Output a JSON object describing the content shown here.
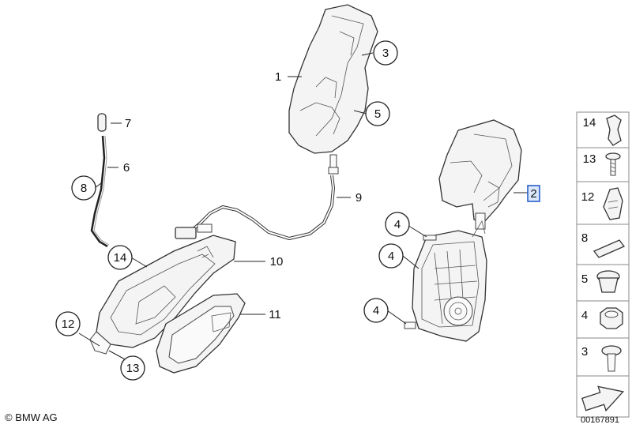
{
  "callouts": {
    "c1": "1",
    "c2": "2",
    "c3": "3",
    "c4a": "4",
    "c4b": "4",
    "c4c": "4",
    "c5": "5",
    "c6": "6",
    "c7": "7",
    "c8": "8",
    "c9": "9",
    "c10": "10",
    "c11": "11",
    "c12": "12",
    "c13": "13",
    "c14": "14"
  },
  "side_panel": {
    "items": [
      "14",
      "13",
      "12",
      "8",
      "5",
      "4",
      "3"
    ]
  },
  "footer": {
    "brand": "BMW AG",
    "doc_id": "00167891"
  },
  "colors": {
    "selection_highlight": "#1a55c8"
  }
}
